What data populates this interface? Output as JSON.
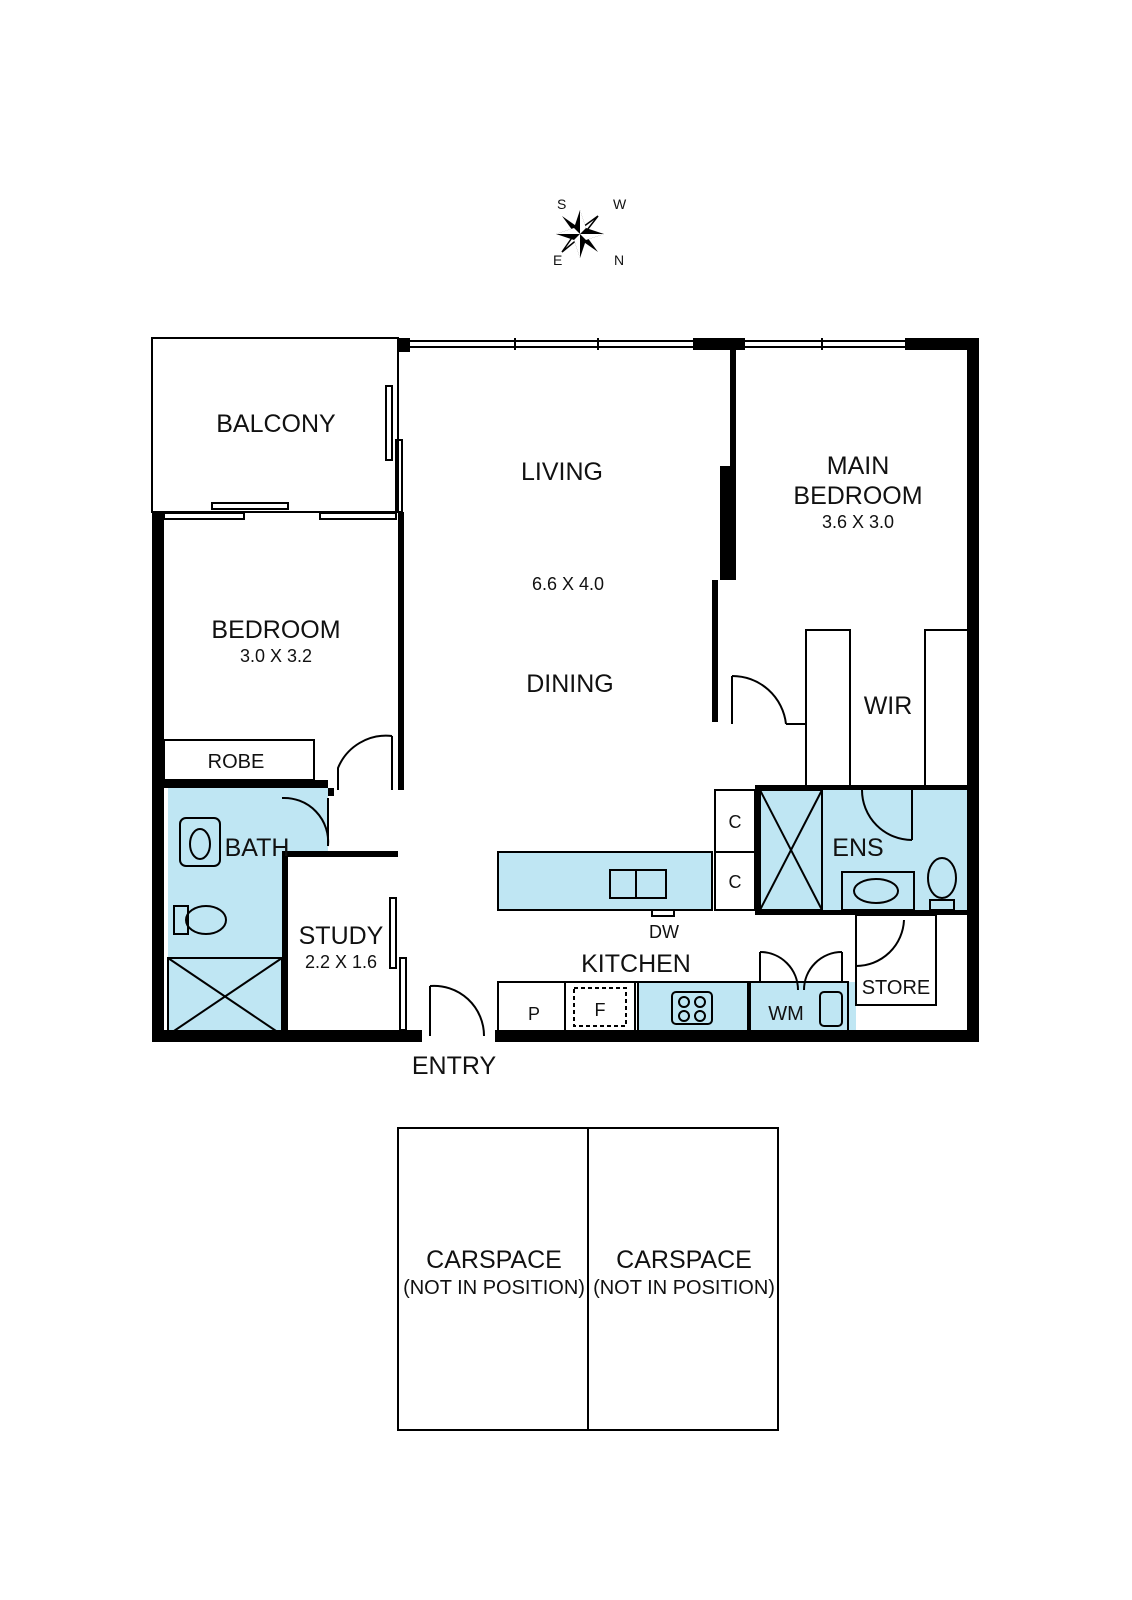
{
  "compass": {
    "s": "S",
    "w": "W",
    "e": "E",
    "n": "N",
    "icon": "compass-rose-icon"
  },
  "rooms": {
    "balcony": "BALCONY",
    "living": "LIVING",
    "living_dim": "6.6 X 4.0",
    "dining": "DINING",
    "main_bedroom_1": "MAIN",
    "main_bedroom_2": "BEDROOM",
    "main_bedroom_dim": "3.6 X 3.0",
    "bedroom": "BEDROOM",
    "bedroom_dim": "3.0 X 3.2",
    "robe": "ROBE",
    "wir": "WIR",
    "bath": "BATH",
    "ens": "ENS",
    "study": "STUDY",
    "study_dim": "2.2 X 1.6",
    "kitchen": "KITCHEN",
    "dw": "DW",
    "store": "STORE",
    "wm": "WM",
    "pantry": "P",
    "fridge": "F",
    "cupboard_1": "C",
    "cupboard_2": "C",
    "entry": "ENTRY"
  },
  "carspaces": [
    {
      "label": "CARSPACE",
      "note": "(NOT IN POSITION)"
    },
    {
      "label": "CARSPACE",
      "note": "(NOT IN POSITION)"
    }
  ],
  "colors": {
    "wet_area": "#bfe6f3",
    "wall": "#000000"
  }
}
